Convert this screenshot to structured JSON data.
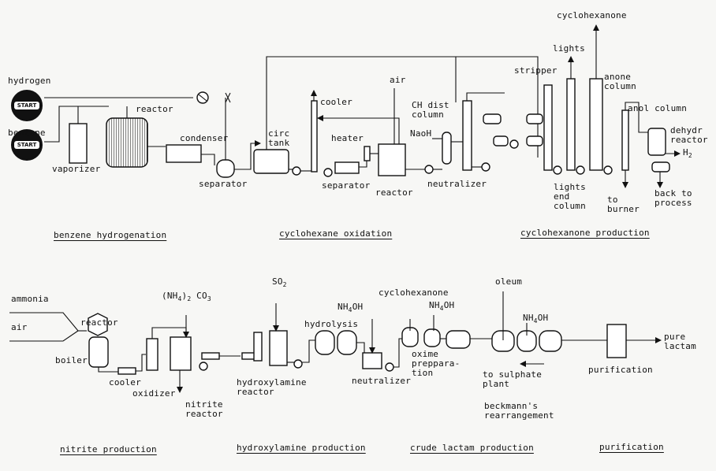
{
  "feeds": {
    "hydrogen": "hydrogen",
    "benzene": "benzene",
    "start_label": "START",
    "ammonia": "ammonia",
    "air": "air"
  },
  "top_row": {
    "reactor": "reactor",
    "vaporizer": "vaporizer",
    "condenser": "condenser",
    "separator_1": "separator",
    "circ_tank": "circ\ntank",
    "cooler": "cooler",
    "air": "air",
    "heater": "heater",
    "separator_2": "separator",
    "reactor_2": "reactor",
    "naoh": "NaoH",
    "ch_dist_column": "CH dist\ncolumn",
    "neutralizer": "neutralizer",
    "stripper": "stripper",
    "lights": "lights",
    "cyclohexanone": "cyclohexanone",
    "anone_column": "anone\ncolumn",
    "anol_column": "anol  column",
    "dehydr_reactor": "dehydr\nreactor",
    "h2": "H",
    "h2_sub": "2",
    "lights_end_column": "lights\nend\ncolumn",
    "to_burner": "to\nburner",
    "back_to_process": "back to\nprocess"
  },
  "bottom_row": {
    "reactor": "reactor",
    "boiler": "boiler",
    "cooler": "cooler",
    "oxidizer": "oxidizer",
    "nh4_2_co3": "(NH",
    "nh4_2_co3_sub": "4",
    "nh4_2_co3_mid": ")",
    "nh4_2_co3_sub2": "2",
    "nh4_2_co3_end": " CO",
    "nh4_2_co3_sub3": "3",
    "nitrite_reactor": "nitrite\nreactor",
    "so2": "SO",
    "so2_sub": "2",
    "hydrolysis": "hydrolysis",
    "hydroxylamine_reactor": "hydroxylamine\nreactor",
    "nh4oh_1": "NH",
    "nh4oh_1_sub": "4",
    "nh4oh_1_end": "OH",
    "neutralizer": "neutralizer",
    "cyclohexanone": "cyclohexanone",
    "nh4oh_2": "NH",
    "nh4oh_2_sub": "4",
    "nh4oh_2_end": "OH",
    "oxime_preparation": "oxime\npreppara-\ntion",
    "oleum": "oleum",
    "nh4oh_3": "NH",
    "nh4oh_3_sub": "4",
    "nh4oh_3_end": "OH",
    "to_sulphate_plant": "to sulphate\nplant",
    "beckmanns_rearrangement": "beckmann's\nrearrangement",
    "purification": "purification",
    "pure_lactam": "pure\nlactam"
  },
  "sections": {
    "benzene_hydrogenation": "benzene  hydrogenation",
    "cyclohexane_oxidation": "cyclohexane  oxidation",
    "cyclohexanone_production": "cyclohexanone  production",
    "nitrite_production": "nitrite  production",
    "hydroxylamine_production": "hydroxylamine  production",
    "crude_lactam_production": "crude  lactam  production",
    "purification": "purification"
  }
}
